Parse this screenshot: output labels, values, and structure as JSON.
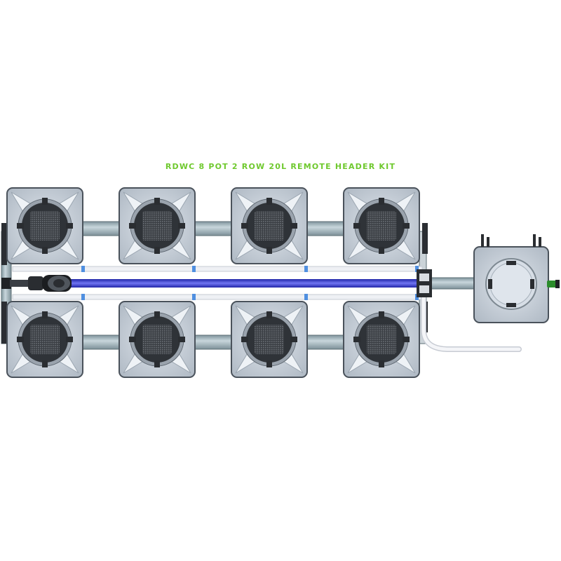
{
  "title": "RDWC 8 POT 2 ROW 20L REMOTE HEADER KIT",
  "colors": {
    "title": "#6fc92e",
    "pot_body": "#c9d2dc",
    "pot_edge": "#4a525b",
    "lid": "#2f3338",
    "mesh": "#4d5156",
    "pipe": "#9fb5bd",
    "feed_line": "#3b3fd6",
    "tube": "#eef0f4",
    "fitting": "#2a2d31",
    "header_tank": "#c6cfd9"
  },
  "diagram": {
    "rows": 2,
    "pots_per_row": 4,
    "pot_labels": [
      "pot-top-1",
      "pot-top-2",
      "pot-top-3",
      "pot-top-4",
      "pot-bottom-1",
      "pot-bottom-2",
      "pot-bottom-3",
      "pot-bottom-4"
    ],
    "header_tank": "remote-header-tank",
    "pump": "inline-pump"
  }
}
